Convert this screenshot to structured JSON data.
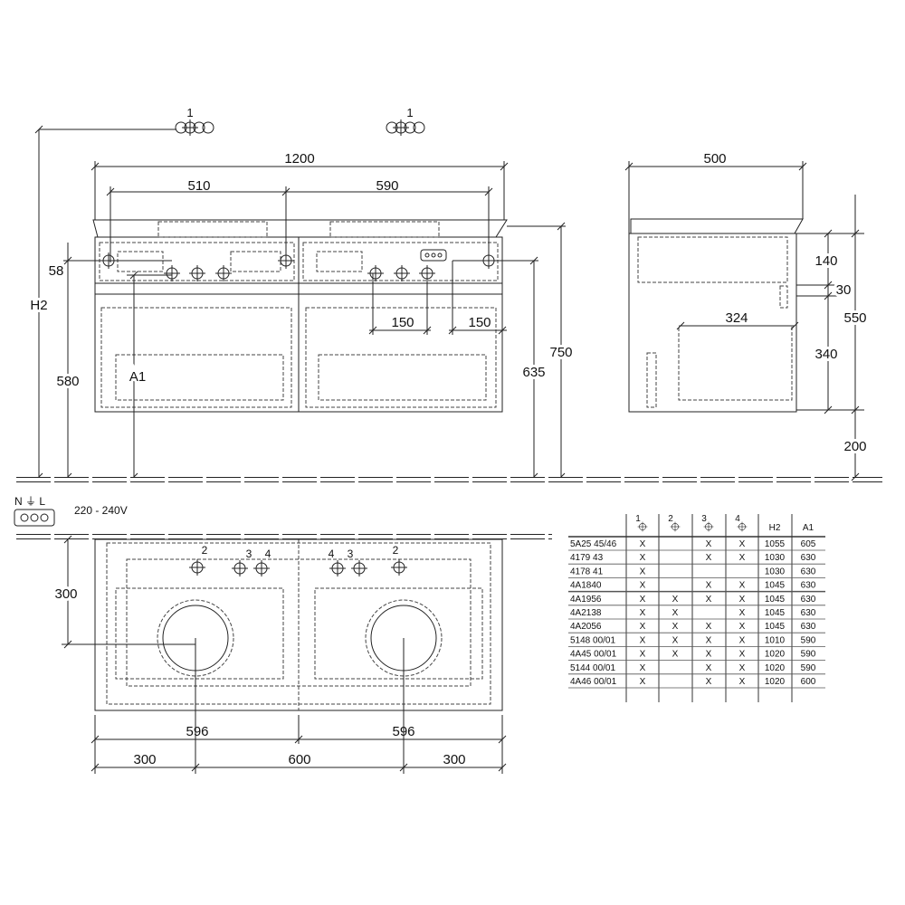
{
  "front_view": {
    "width": "1200",
    "left_span": "510",
    "right_span": "590",
    "h_58": "58",
    "h_580": "580",
    "h2_label": "H2",
    "a1_label": "A1",
    "h_635": "635",
    "h_750": "750",
    "spacing_left": "150",
    "spacing_right": "150",
    "symbol_left": "1",
    "symbol_right": "1"
  },
  "side_view": {
    "depth": "500",
    "h_140": "140",
    "h_30": "30",
    "h_340": "340",
    "h_550": "550",
    "floor_gap": "200",
    "inner_depth": "324"
  },
  "electrical": {
    "terminals": "N ⏚ L",
    "voltage": "220 - 240V"
  },
  "top_view": {
    "depth_300": "300",
    "basin_left": "596",
    "basin_right": "596",
    "edge_left": "300",
    "center": "600",
    "edge_right": "300",
    "tap_labels_left": [
      "2",
      "3",
      "4"
    ],
    "tap_labels_right": [
      "4",
      "3",
      "2"
    ]
  },
  "table": {
    "headers": [
      "1",
      "2",
      "3",
      "4",
      "H2",
      "A1"
    ],
    "rows": [
      [
        "5A25 45/46",
        "X",
        "",
        "X",
        "X",
        "1055",
        "605"
      ],
      [
        "4179 43",
        "X",
        "",
        "X",
        "X",
        "1030",
        "630"
      ],
      [
        "4178 41",
        "X",
        "",
        "",
        "",
        "1030",
        "630"
      ],
      [
        "4A1840",
        "X",
        "",
        "X",
        "X",
        "1045",
        "630"
      ],
      [
        "4A1956",
        "X",
        "X",
        "X",
        "X",
        "1045",
        "630"
      ],
      [
        "4A2138",
        "X",
        "X",
        "",
        "X",
        "1045",
        "630"
      ],
      [
        "4A2056",
        "X",
        "X",
        "X",
        "X",
        "1045",
        "630"
      ],
      [
        "5148 00/01",
        "X",
        "X",
        "X",
        "X",
        "1010",
        "590"
      ],
      [
        "4A45 00/01",
        "X",
        "X",
        "X",
        "X",
        "1020",
        "590"
      ],
      [
        "5144 00/01",
        "X",
        "",
        "X",
        "X",
        "1020",
        "590"
      ],
      [
        "4A46 00/01",
        "X",
        "",
        "X",
        "X",
        "1020",
        "600"
      ]
    ]
  }
}
